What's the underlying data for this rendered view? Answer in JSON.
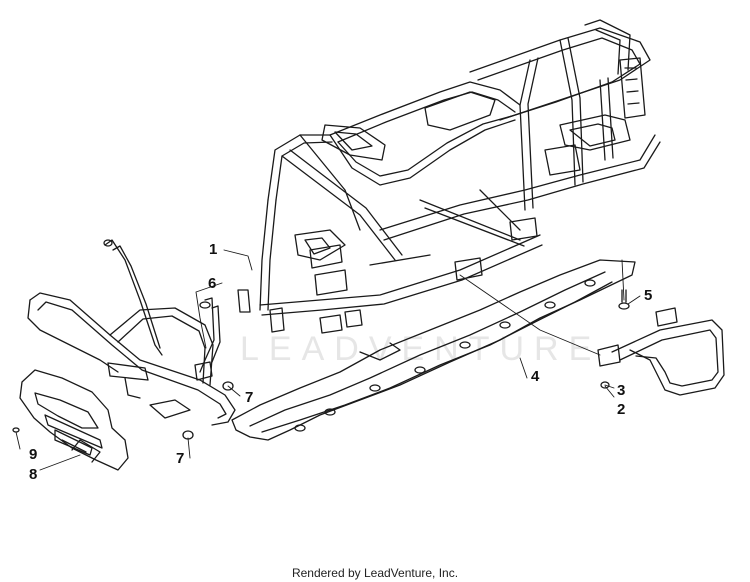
{
  "diagram": {
    "watermark": "LEADVENTURE",
    "callouts": [
      {
        "id": "c1",
        "label": "1"
      },
      {
        "id": "c6",
        "label": "6"
      },
      {
        "id": "c5",
        "label": "5"
      },
      {
        "id": "c7a",
        "label": "7"
      },
      {
        "id": "c4",
        "label": "4"
      },
      {
        "id": "c3",
        "label": "3"
      },
      {
        "id": "c2",
        "label": "2"
      },
      {
        "id": "c9",
        "label": "9"
      },
      {
        "id": "c8",
        "label": "8"
      },
      {
        "id": "c7b",
        "label": "7"
      }
    ],
    "credit": "Rendered by LeadVenture, Inc."
  }
}
